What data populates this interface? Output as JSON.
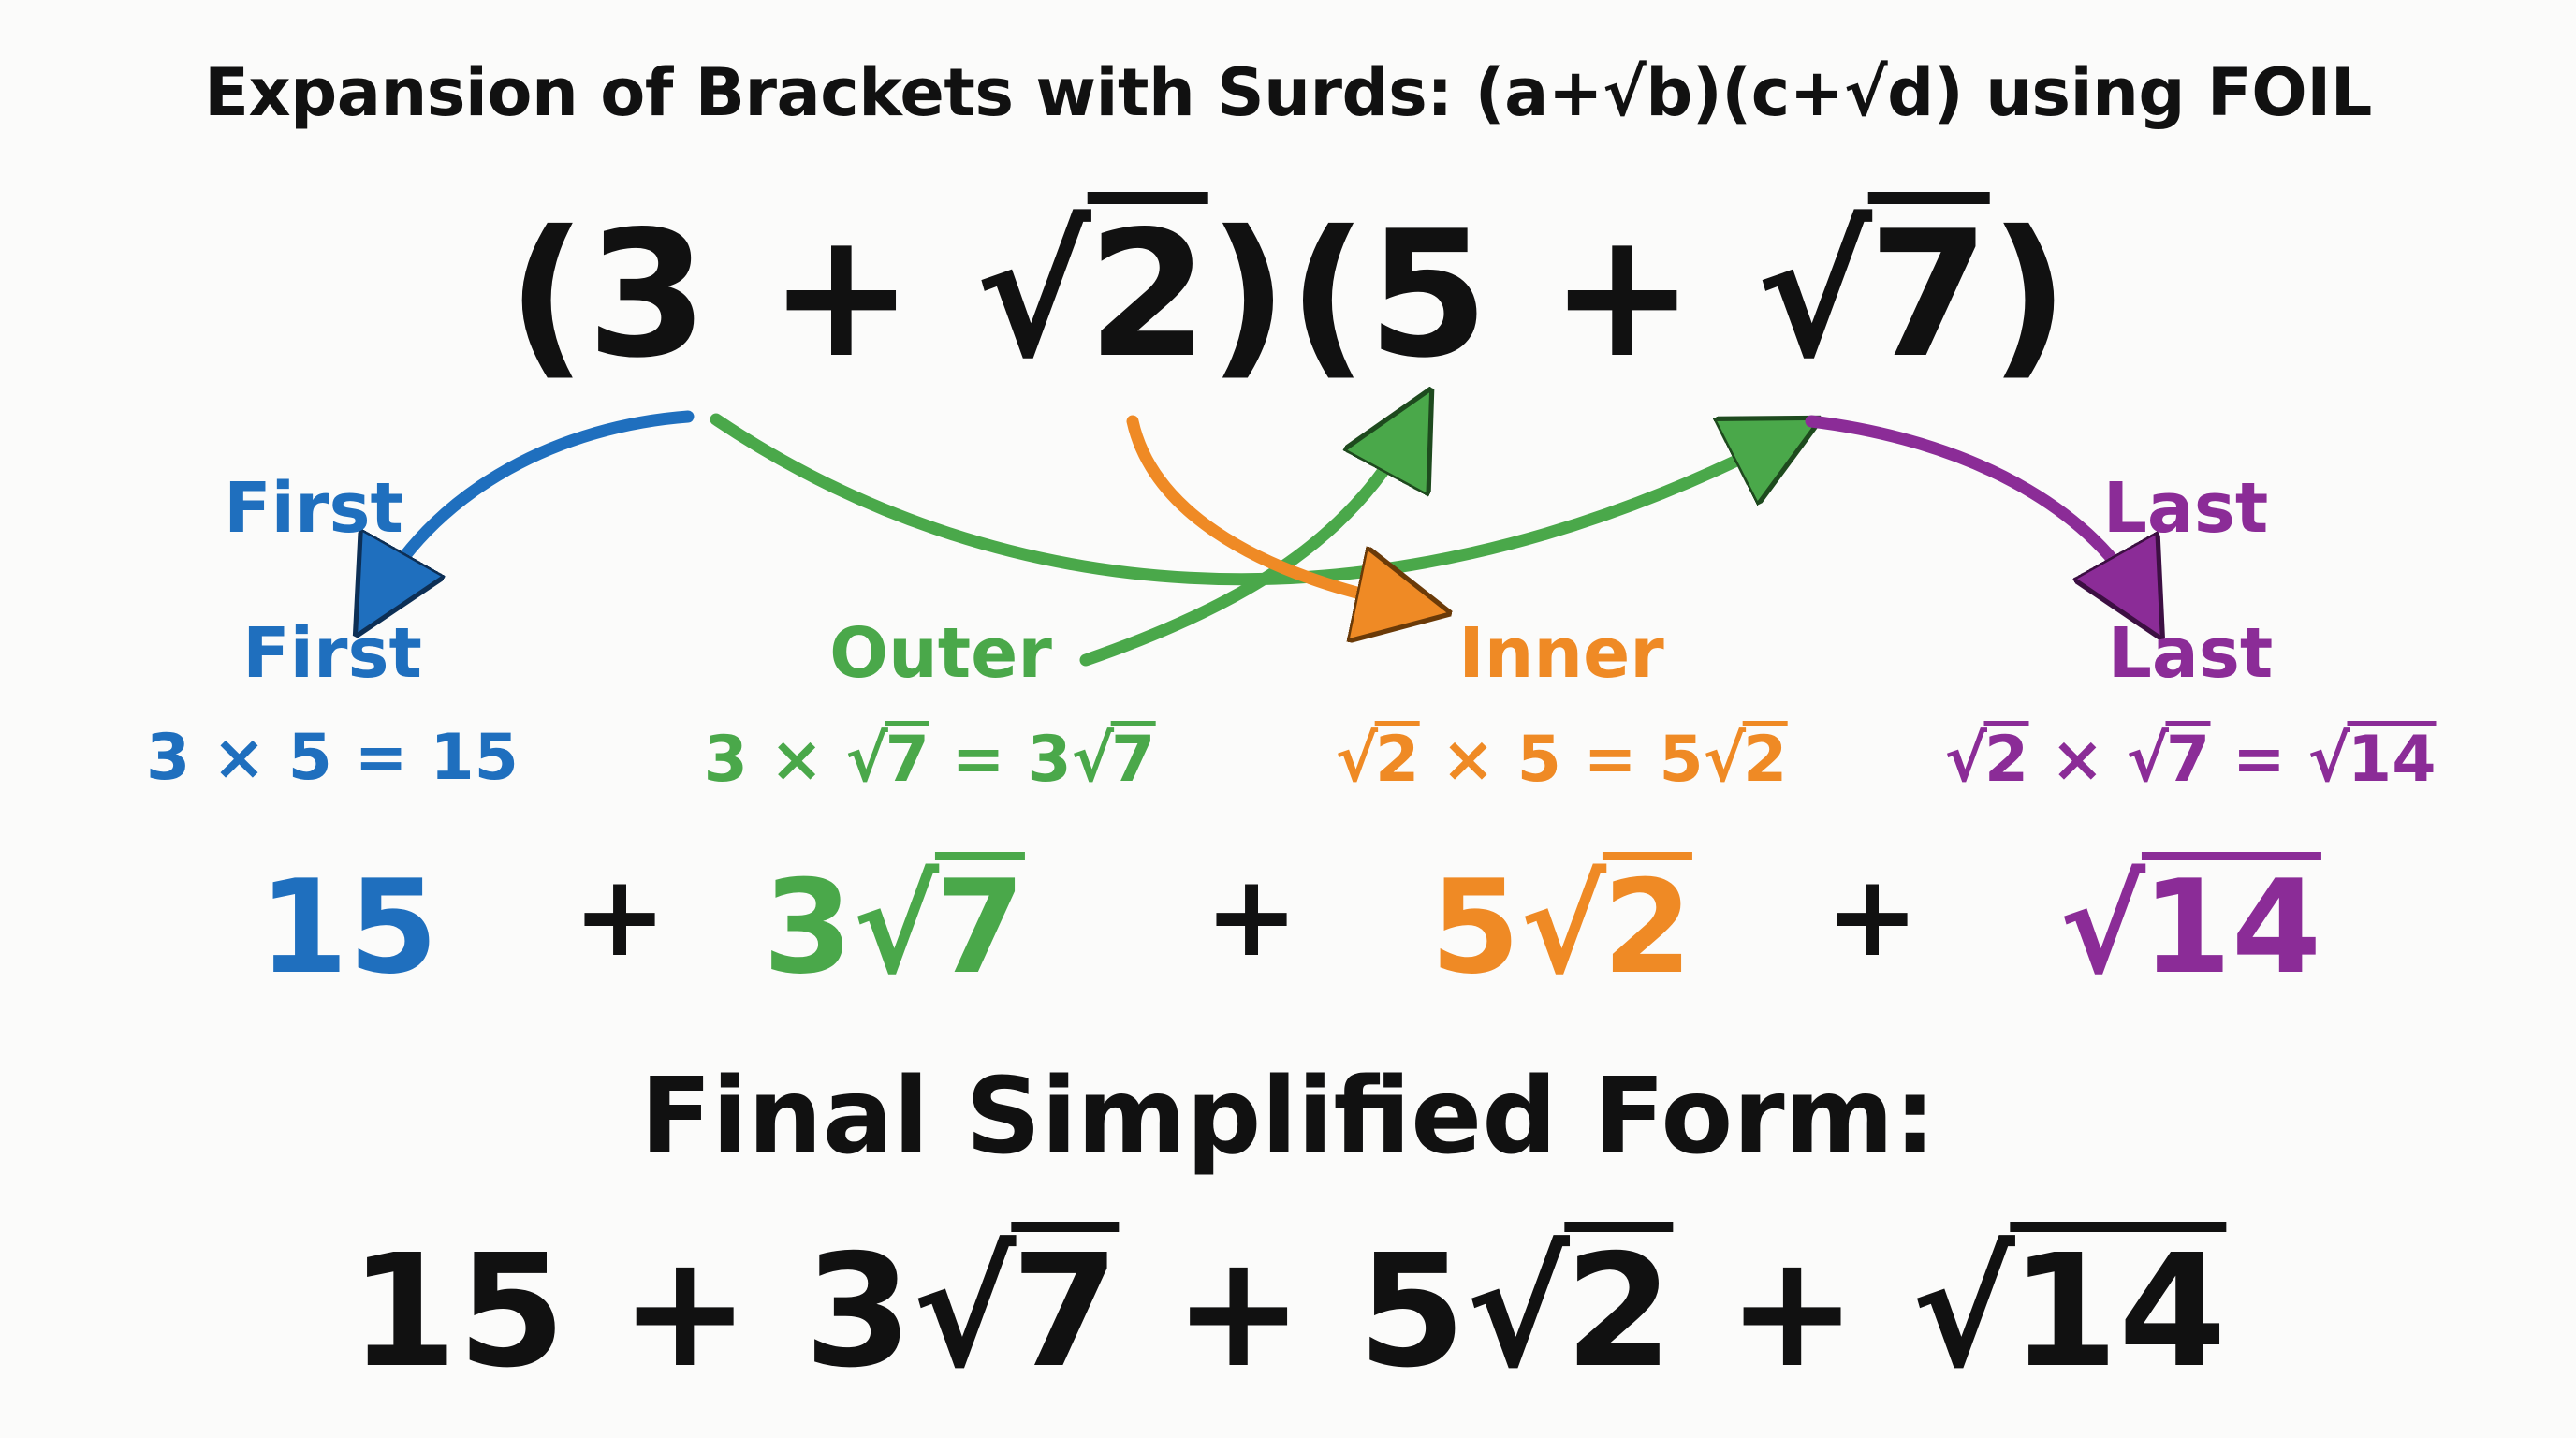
{
  "title": "Expansion of Brackets with Surds: (a+√b)(c+√d) using FOIL",
  "expression": {
    "open1": "(3 + ",
    "rad1": "2",
    "close1": ")",
    "open2": "(5 + ",
    "rad2": "7",
    "close2": ")"
  },
  "arrow_labels": {
    "first": "First",
    "last": "Last"
  },
  "steps": [
    {
      "label": "First",
      "calc_pre": "3 × 5 = 15",
      "color": "#1f6fbe"
    },
    {
      "label": "Outer",
      "calc_a": "3 × ",
      "calc_ar": "7",
      "calc_b": " = 3",
      "calc_br": "7",
      "color": "#4aa84a"
    },
    {
      "label": "Inner",
      "calc_a": "",
      "calc_ar": "2",
      "calc_b": " × 5 = 5",
      "calc_br": "2",
      "color": "#ef8a25"
    },
    {
      "label": "Last",
      "calc_ar": "2",
      "calc_b": " × ",
      "calc_br": "7",
      "calc_c": " = ",
      "calc_cr": "14",
      "color": "#8b2c97"
    }
  ],
  "terms": {
    "t1": "15",
    "t2_coef": "3",
    "t2_rad": "7",
    "t3_coef": "5",
    "t3_rad": "2",
    "t4_rad": "14",
    "plus": "+"
  },
  "final_title": "Final Simplified Form:",
  "final": {
    "a": "15 + 3",
    "ar": "7",
    "b": " + 5",
    "br": "2",
    "c": " + ",
    "cr": "14"
  }
}
